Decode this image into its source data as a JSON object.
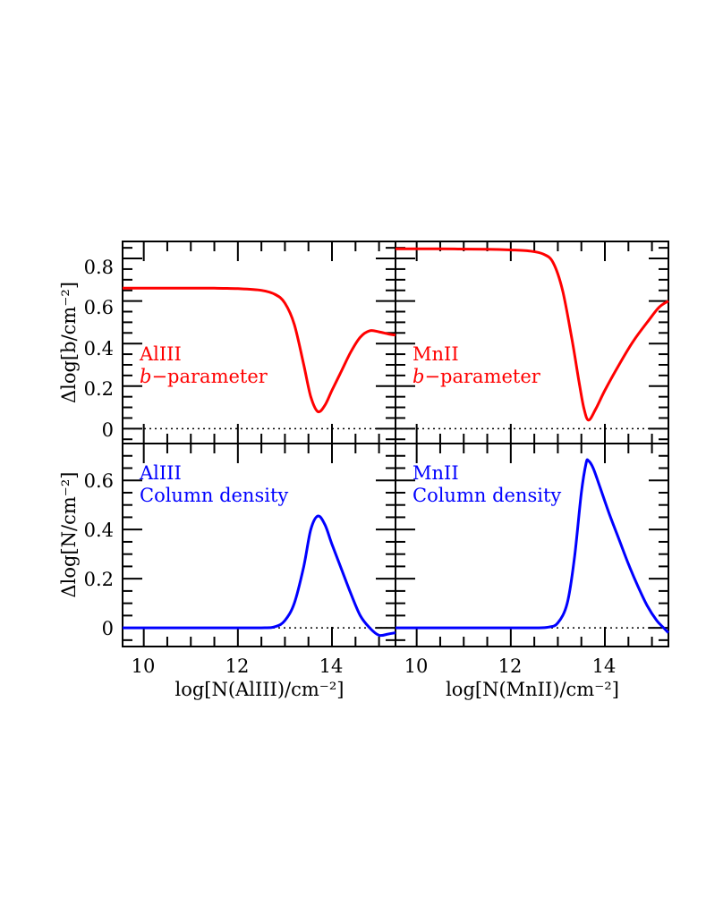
{
  "chart_data": [
    {
      "type": "line",
      "panel": "top-left",
      "title": "",
      "annotation": [
        "AlIII",
        "b-parameter"
      ],
      "xlabel": "",
      "ylabel": "Δlog[b/cm⁻²]",
      "xlim": [
        9.55,
        15.35
      ],
      "ylim": [
        -0.07,
        0.88
      ],
      "yticks": [
        0,
        0.2,
        0.4,
        0.6,
        0.8
      ],
      "color": "#ff0000",
      "reference_line": 0,
      "x": [
        9.55,
        10.5,
        11.5,
        12.0,
        12.5,
        12.8,
        13.0,
        13.2,
        13.4,
        13.55,
        13.7,
        13.85,
        14.0,
        14.2,
        14.4,
        14.6,
        14.8,
        15.0,
        15.2,
        15.35
      ],
      "y": [
        0.66,
        0.66,
        0.66,
        0.658,
        0.65,
        0.63,
        0.59,
        0.49,
        0.3,
        0.15,
        0.08,
        0.11,
        0.18,
        0.27,
        0.36,
        0.43,
        0.46,
        0.455,
        0.445,
        0.44
      ]
    },
    {
      "type": "line",
      "panel": "top-right",
      "title": "",
      "annotation": [
        "MnII",
        "b-parameter"
      ],
      "xlabel": "",
      "ylabel": "",
      "xlim": [
        9.55,
        15.35
      ],
      "ylim": [
        -0.07,
        0.88
      ],
      "yticks": [
        0,
        0.2,
        0.4,
        0.6,
        0.8
      ],
      "color": "#ff0000",
      "reference_line": 0,
      "x": [
        9.55,
        10.5,
        11.5,
        12.0,
        12.4,
        12.7,
        12.9,
        13.1,
        13.3,
        13.45,
        13.55,
        13.65,
        13.8,
        14.0,
        14.3,
        14.6,
        14.9,
        15.15,
        15.35
      ],
      "y": [
        0.845,
        0.845,
        0.843,
        0.84,
        0.835,
        0.82,
        0.78,
        0.65,
        0.42,
        0.22,
        0.1,
        0.04,
        0.09,
        0.18,
        0.3,
        0.41,
        0.5,
        0.57,
        0.6
      ]
    },
    {
      "type": "line",
      "panel": "bottom-left",
      "title": "",
      "annotation": [
        "AlIII",
        "Column density"
      ],
      "xlabel": "log[N(AlIII)/cm⁻²]",
      "ylabel": "Δlog[N/cm⁻²]",
      "xlim": [
        9.55,
        15.35
      ],
      "xticks": [
        10,
        12,
        14
      ],
      "ylim": [
        -0.076,
        0.75
      ],
      "yticks": [
        0,
        0.2,
        0.4,
        0.6
      ],
      "color": "#0000ff",
      "reference_line": 0,
      "x": [
        9.55,
        10.5,
        11.5,
        12.5,
        12.8,
        13.0,
        13.2,
        13.4,
        13.55,
        13.7,
        13.85,
        14.0,
        14.2,
        14.4,
        14.6,
        14.8,
        15.0,
        15.2,
        15.35
      ],
      "y": [
        0,
        0,
        0,
        0,
        0.005,
        0.03,
        0.1,
        0.25,
        0.4,
        0.455,
        0.42,
        0.34,
        0.24,
        0.14,
        0.05,
        0.0,
        -0.03,
        -0.025,
        -0.02
      ]
    },
    {
      "type": "line",
      "panel": "bottom-right",
      "title": "",
      "annotation": [
        "MnII",
        "Column density"
      ],
      "xlabel": "log[N(MnII)/cm⁻²]",
      "ylabel": "",
      "xlim": [
        9.55,
        15.35
      ],
      "xticks": [
        10,
        12,
        14
      ],
      "ylim": [
        -0.076,
        0.75
      ],
      "yticks": [
        0,
        0.2,
        0.4,
        0.6
      ],
      "color": "#0000ff",
      "reference_line": 0,
      "x": [
        9.55,
        10.5,
        11.5,
        12.5,
        12.8,
        13.0,
        13.2,
        13.35,
        13.5,
        13.6,
        13.65,
        13.75,
        13.9,
        14.1,
        14.3,
        14.5,
        14.7,
        14.9,
        15.1,
        15.25,
        15.35
      ],
      "y": [
        0,
        0,
        0,
        0,
        0.003,
        0.02,
        0.1,
        0.28,
        0.55,
        0.67,
        0.68,
        0.65,
        0.57,
        0.46,
        0.36,
        0.26,
        0.17,
        0.09,
        0.03,
        0.0,
        -0.02
      ]
    }
  ],
  "labels": {
    "top_left_line1": "AlIII",
    "top_left_line2_italic": "b",
    "top_left_line2_rest": "−parameter",
    "top_right_line1": "MnII",
    "top_right_line2_italic": "b",
    "top_right_line2_rest": "−parameter",
    "bottom_left_line1": "AlIII",
    "bottom_left_line2": "Column density",
    "bottom_right_line1": "MnII",
    "bottom_right_line2": "Column density",
    "ylabel_top": "Δlog[b/cm⁻²]",
    "ylabel_bottom": "Δlog[N/cm⁻²]",
    "xlabel_left": "log[N(AlIII)/cm⁻²]",
    "xlabel_right": "log[N(MnII)/cm⁻²]",
    "ytick_top": [
      "0",
      "0.2",
      "0.4",
      "0.6",
      "0.8"
    ],
    "ytick_bottom": [
      "0",
      "0.2",
      "0.4",
      "0.6"
    ],
    "xtick": [
      "10",
      "12",
      "14"
    ]
  },
  "colors": {
    "b_parameter": "#ff0000",
    "column_density": "#0000ff",
    "frame": "#000000"
  }
}
